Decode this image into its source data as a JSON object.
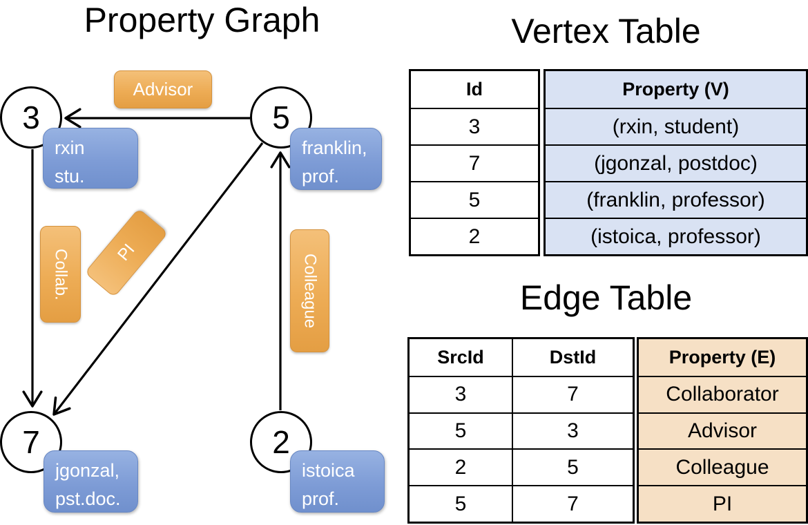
{
  "graph": {
    "title": "Property Graph",
    "nodes": [
      {
        "id": "3",
        "property_lines": [
          "rxin",
          "stu."
        ]
      },
      {
        "id": "5",
        "property_lines": [
          "franklin,",
          "prof."
        ]
      },
      {
        "id": "7",
        "property_lines": [
          "jgonzal,",
          "pst.doc."
        ]
      },
      {
        "id": "2",
        "property_lines": [
          "istoica",
          "prof."
        ]
      }
    ],
    "edge_labels": {
      "advisor": "Advisor",
      "collab": "Collab.",
      "pi": "PI",
      "colleague": "Colleague"
    },
    "edges": [
      {
        "src": "5",
        "dst": "3",
        "label": "Advisor"
      },
      {
        "src": "3",
        "dst": "7",
        "label": "Collab."
      },
      {
        "src": "5",
        "dst": "7",
        "label": "PI"
      },
      {
        "src": "2",
        "dst": "5",
        "label": "Colleague"
      }
    ]
  },
  "vertex_table": {
    "title": "Vertex Table",
    "columns": [
      "Id",
      "Property (V)"
    ],
    "rows": [
      [
        "3",
        "(rxin, student)"
      ],
      [
        "7",
        "(jgonzal, postdoc)"
      ],
      [
        "5",
        "(franklin, professor)"
      ],
      [
        "2",
        "(istoica, professor)"
      ]
    ]
  },
  "edge_table": {
    "title": "Edge Table",
    "columns": [
      "SrcId",
      "DstId",
      "Property (E)"
    ],
    "rows": [
      [
        "3",
        "7",
        "Collaborator"
      ],
      [
        "5",
        "3",
        "Advisor"
      ],
      [
        "2",
        "5",
        "Colleague"
      ],
      [
        "5",
        "7",
        "PI"
      ]
    ]
  },
  "colors": {
    "edge_line": "#000000",
    "node_fill": "#FFFFFF",
    "node_border": "#000000",
    "vertex_property_box": "#7E9CD6",
    "edge_label_box": "#EDAC55",
    "vertex_table_property_fill": "#D9E2F3",
    "edge_table_property_fill": "#F6E0C5"
  }
}
